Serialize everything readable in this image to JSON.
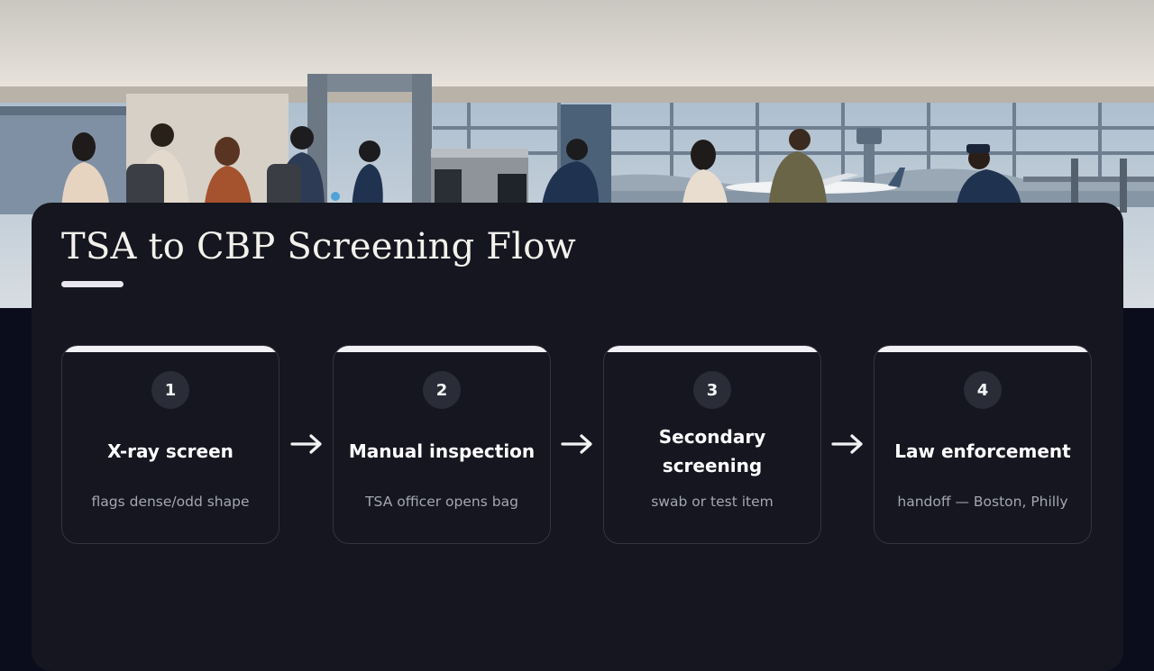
{
  "title": "TSA to CBP Screening Flow",
  "steps": [
    {
      "number": "1",
      "title": "X-ray screen",
      "description": "flags dense/odd shape"
    },
    {
      "number": "2",
      "title": "Manual inspection",
      "description": "TSA officer opens bag"
    },
    {
      "number": "3",
      "title": "Secondary screening",
      "description": "swab or test item"
    },
    {
      "number": "4",
      "title": "Law enforcement",
      "description": "handoff — Boston, Philly"
    }
  ],
  "icons": {
    "arrow": "arrow-right-icon"
  },
  "colors": {
    "background": "#0b0d1c",
    "card": "#15161f",
    "badge": "#2a2c37",
    "accent_bar": "#f2f1f6",
    "text_primary": "#ffffff",
    "text_secondary": "#a4a6b2"
  }
}
